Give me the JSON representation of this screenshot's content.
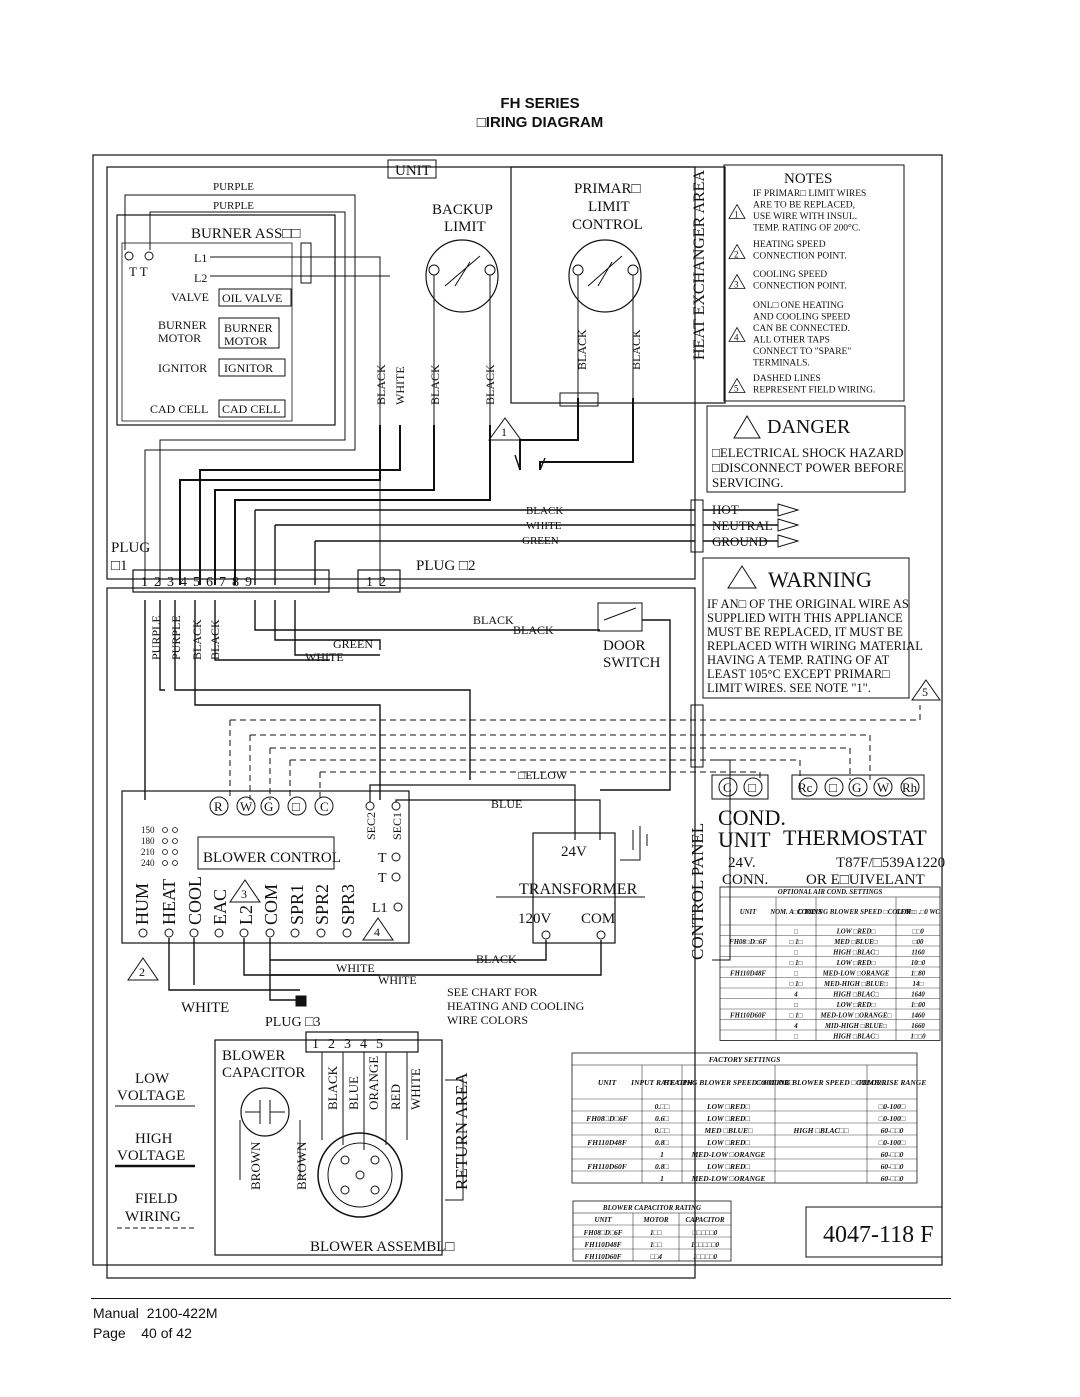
{
  "header": {
    "series": "FH SERIES",
    "title": "□IRING DIAGRAM"
  },
  "labels": {
    "unit": "UNIT",
    "purple": "PURPLE",
    "burner_assy": "BURNER ASS□□",
    "t_t": "T  T",
    "l1": "L1",
    "l2": "L2",
    "valve": "VALVE",
    "oil_valve": "OIL VALVE",
    "burner_motor_a": "BURNER",
    "burner_motor_b": "MOTOR",
    "ignitor": "IGNITOR",
    "cad_cell": "CAD CELL",
    "backup_a": "BACKUP",
    "backup_b": "LIMIT",
    "primary_a": "PRIMAR□",
    "primary_b": "LIMIT",
    "primary_c": "CONTROL",
    "heat_exch": "HEAT EXCHANGER AREA",
    "black": "BLACK",
    "white": "WHITE",
    "green": "GREEN",
    "hot": "HOT",
    "neutral": "NEUTRAL",
    "ground": "GROUND",
    "plug1_a": "PLUG",
    "plug1_b": "□1",
    "plug2": "PLUG □2",
    "door_a": "DOOR",
    "door_b": "SWITCH",
    "yellow": "□ELLOW",
    "blue": "BLUE",
    "r": "R",
    "w": "W",
    "g": "G",
    "y": "□",
    "c": "C",
    "sec1": "SEC1",
    "sec2": "SEC2",
    "blower_control": "BLOWER CONTROL",
    "t": "T",
    "t150": "150",
    "t180": "180",
    "t210": "210",
    "t240": "240",
    "hum": "HUM",
    "heat": "HEAT",
    "cool": "COOL",
    "eac": "EAC",
    "l2b": "L2",
    "com": "COM",
    "spr1": "SPR1",
    "spr2": "SPR2",
    "spr3": "SPR3",
    "v24": "24V",
    "transformer": "TRANSFORMER",
    "v120": "120V",
    "com2": "COM",
    "plug3": "PLUG □3",
    "see_chart_a": "SEE CHART FOR",
    "see_chart_b": "HEATING AND COOLING",
    "see_chart_c": "WIRE COLORS",
    "blower_a": "BLOWER",
    "blower_b": "CAPACITOR",
    "orange": "ORANGE",
    "red": "RED",
    "brown": "BROWN",
    "blower_assy": "BLOWER ASSEMBL□",
    "return_area": "RETURN AREA",
    "control_panel": "CONTROL PANEL",
    "cond_a": "COND.",
    "cond_b": "UNIT",
    "thermostat": "THERMOSTAT",
    "cond_v": "24V.",
    "cond_conn": "CONN.",
    "t87": "T87F/□539A1220",
    "or_equiv": "OR E□UIVELANT",
    "rc": "Rc",
    "rh": "Rh",
    "legend_low_a": "LOW",
    "legend_low_b": "VOLTAGE",
    "legend_high_a": "HIGH",
    "legend_high_b": "VOLTAGE",
    "legend_field_a": "FIELD",
    "legend_field_b": "WIRING",
    "drawing_no": "4047-118 F"
  },
  "notes": {
    "title": "NOTES",
    "items": [
      {
        "num": "1",
        "lines": [
          "IF PRIMAR□ LIMIT WIRES",
          "ARE TO BE REPLACED,",
          "USE WIRE WITH INSUL.",
          "TEMP. RATING OF 200°C."
        ]
      },
      {
        "num": "2",
        "lines": [
          "HEATING SPEED",
          "CONNECTION POINT."
        ]
      },
      {
        "num": "3",
        "lines": [
          "COOLING SPEED",
          "CONNECTION POINT."
        ]
      },
      {
        "num": "4",
        "lines": [
          "ONL□ ONE HEATING",
          "AND COOLING SPEED",
          "CAN BE CONNECTED.",
          "ALL OTHER TAPS",
          "CONNECT TO \"SPARE\"",
          "TERMINALS."
        ]
      },
      {
        "num": "5",
        "lines": [
          "DASHED LINES",
          "REPRESENT FIELD WIRING."
        ]
      }
    ]
  },
  "danger": {
    "title": "DANGER",
    "lines": [
      "□ELECTRICAL SHOCK HAZARD",
      "□DISCONNECT POWER BEFORE",
      "SERVICING."
    ]
  },
  "warning": {
    "title": "WARNING",
    "lines": [
      "IF AN□ OF THE ORIGINAL WIRE AS",
      "SUPPLIED WITH THIS APPLIANCE",
      "MUST BE REPLACED, IT MUST BE",
      "REPLACED WITH WIRING MATERIAL",
      "HAVING A TEMP. RATING OF AT",
      "LEAST 105°C EXCEPT PRIMAR□",
      "LIMIT WIRES. SEE NOTE \"1\"."
    ]
  },
  "aircond_table": {
    "title": "OPTIONAL AIR COND. SETTINGS",
    "headers": [
      "UNIT",
      "NOM. A□C TONS",
      "COOLING BLOWER SPEED □COLOR□",
      "CFM □ .□0 WC"
    ],
    "rows": [
      [
        "",
        "□",
        "LOW □RED□",
        "□□0"
      ],
      [
        "FH08□D□6F",
        "□ 1□",
        "MED □BLUE□",
        "□00"
      ],
      [
        "",
        "□",
        "HIGH □BLAC□",
        "1160"
      ],
      [
        "",
        "□ 1□",
        "LOW □RED□",
        "10□0"
      ],
      [
        "FH110D48F",
        "□",
        "MED-LOW □ORANGE",
        "1□80"
      ],
      [
        "",
        "□ 1□",
        "MED-HIGH □BLUE□",
        "14□"
      ],
      [
        "",
        "4",
        "HIGH □BLAC□",
        "1640"
      ],
      [
        "",
        "□",
        "LOW □RED□",
        "1□00"
      ],
      [
        "FH110D60F",
        "□ 1□",
        "MED-LOW □ORANGE□",
        "1460"
      ],
      [
        "",
        "4",
        "MID-HIGH □BLUE□",
        "1660"
      ],
      [
        "",
        "□",
        "HIGH □BLAC□",
        "1□□0"
      ]
    ]
  },
  "factory_table": {
    "title": "FACTORY SETTINGS",
    "headers": [
      "UNIT",
      "INPUT RATE GPH",
      "HEATING BLOWER SPEED □COLOR□",
      "COOLING BLOWER SPEED □COLOR□",
      "TEMP. RISE RANGE"
    ],
    "rows": [
      [
        "",
        "0.□□",
        "LOW □RED□",
        "",
        "□0-100□"
      ],
      [
        "FH08□D□6F",
        "0.6□",
        "LOW □RED□",
        "",
        "□0-100□"
      ],
      [
        "",
        "0.□□",
        "MED □BLUE□",
        "HIGH □BLAC□□",
        "60-□□0"
      ],
      [
        "FH110D48F",
        "0.8□",
        "LOW □RED□",
        "",
        "□0-100□"
      ],
      [
        "",
        "1",
        "MED-LOW □ORANGE",
        "",
        "60-□□0"
      ],
      [
        "FH110D60F",
        "0.8□",
        "LOW □RED□",
        "",
        "60-□□0"
      ],
      [
        "",
        "1",
        "MED-LOW □ORANGE",
        "",
        "60-□□0"
      ]
    ]
  },
  "capacitor_table": {
    "title": "BLOWER CAPACITOR RATING",
    "headers": [
      "UNIT",
      "MOTOR",
      "CAPACITOR"
    ],
    "rows": [
      [
        "FH08□D□6F",
        "1□□",
        "□□□□□0"
      ],
      [
        "FH110D48F",
        "1□□",
        "1□□□□□0"
      ],
      [
        "FH110D60F",
        "□□4",
        "1□□□□0"
      ]
    ]
  },
  "footer": {
    "manual_label": "Manual",
    "manual_no": "2100-422M",
    "page_label": "Page",
    "page_no": "40 of 42"
  }
}
